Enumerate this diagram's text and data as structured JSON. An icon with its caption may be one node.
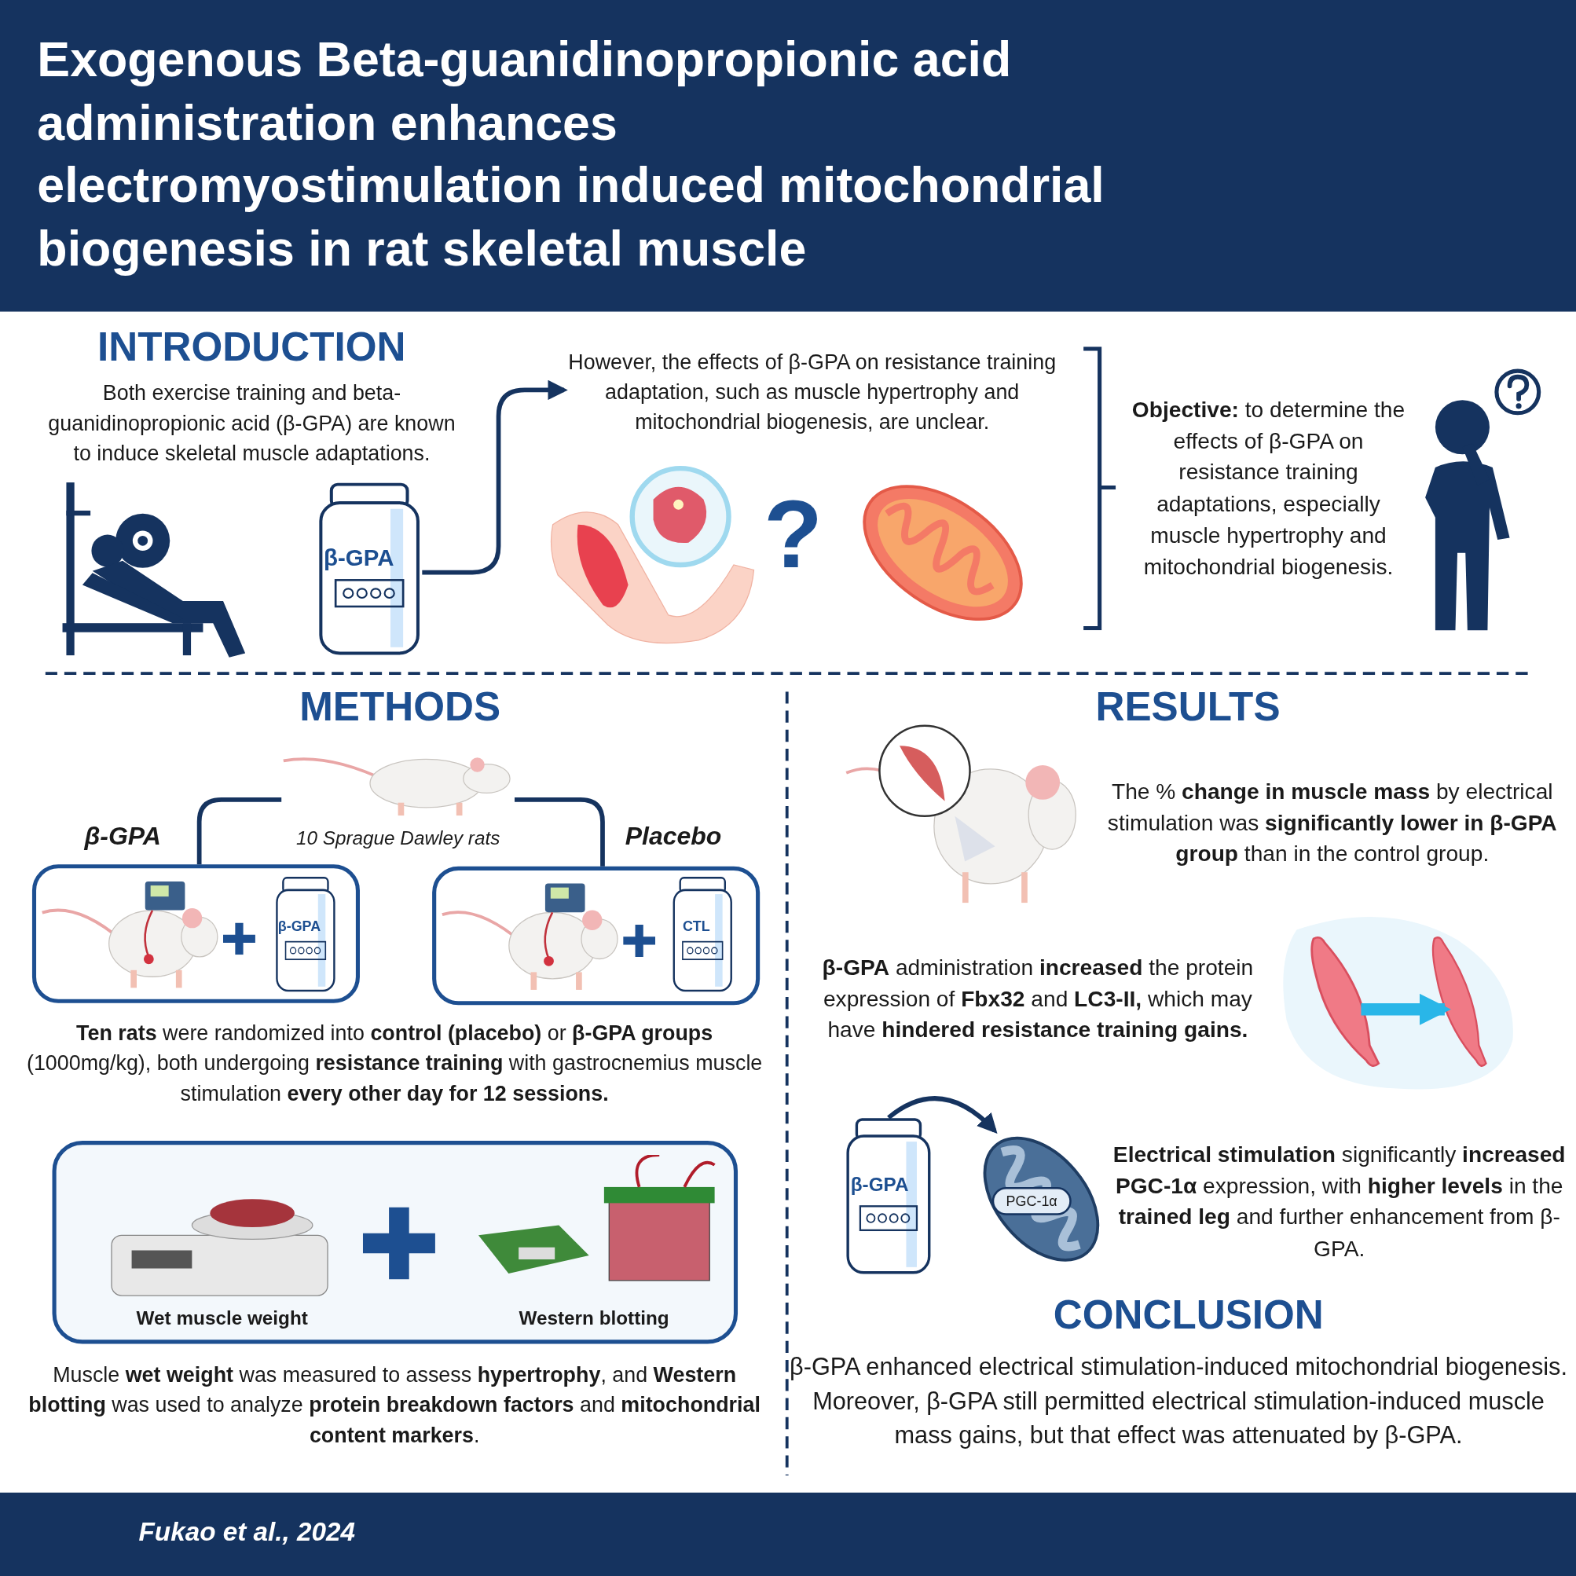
{
  "diagram": {
    "title": "Exogenous Beta-guanidinopropionic acid administration enhances electromyostimulation induced mitochondrial biogenesis in rat skeletal muscle",
    "nodes": [
      {
        "text": [
          "β-GPA"
        ]
      },
      {
        "text": [
          "However, the effects of β-GPA on resistance training adaptation, such as muscle hypertrophy and mitochondrial biogenesis, are unclear."
        ]
      },
      {
        "text": [
          "10 Sprague Dawley rats"
        ]
      },
      {
        "text": [
          "β-GPA"
        ]
      },
      {
        "text": [
          "β-GPA"
        ],
        "in": 3
      },
      {
        "text": [
          "Placebo"
        ]
      },
      {
        "text": [
          "CTL"
        ],
        "in": 5
      },
      {
        "text": [],
        "shape": "box"
      },
      {
        "text": [
          "Wet muscle weight"
        ],
        "in": 7
      },
      {
        "text": [
          "Western blotting"
        ],
        "in": 7
      },
      {
        "text": [],
        "shape": "picture"
      },
      {
        "text": [],
        "shape": "picture"
      },
      {
        "text": [
          "β-GPA"
        ]
      },
      {
        "text": [
          "PGC-1α"
        ]
      }
    ],
    "edges": [
      {
        "from": 0,
        "to": 1,
        "arrow": "to"
      },
      {
        "from": 2,
        "to": 3,
        "arrow": "none"
      },
      {
        "from": 2,
        "to": 5,
        "arrow": "none"
      },
      {
        "from": 10,
        "to": 11,
        "arrow": "to",
        "style": "thick",
        "color": "#29b6e8"
      },
      {
        "from": 12,
        "to": 13,
        "arrow": "to"
      }
    ],
    "labels": [
      "INTRODUCTION",
      "Both exercise training and beta-guanidinopropionic acid (β-GPA) are known to induce skeletal muscle adaptations.",
      "?",
      "**Objective:** to determine the effects of β-GPA on resistance training adaptations, especially muscle hypertrophy and mitochondrial biogenesis.",
      "METHODS",
      "**Ten rats** were randomized into **control (placebo)** or **β-GPA groups** (1000mg/kg), both undergoing **resistance training** with gastrocnemius muscle stimulation **every other day for 12 sessions.**",
      "Muscle **wet weight** was measured to assess **hypertrophy**, and **Western blotting** was used to analyze **protein breakdown factors** and **mitochondrial content markers**.",
      "RESULTS",
      "The % **change in muscle mass** by electrical stimulation was **significantly lower in β-GPA group** than in the control group.",
      "**β-GPA** administration **increased** the protein expression of **Fbx32** and **LC3-II,** which may have **hindered resistance training gains.**",
      "**Electrical stimulation** significantly **increased PGC-1α** expression, with **higher levels** in the **trained leg** and further enhancement from β-GPA.",
      "CONCLUSION",
      "β-GPA enhanced electrical stimulation-induced mitochondrial biogenesis. Moreover, β-GPA still permitted electrical stimulation-induced muscle mass gains, but that effect was attenuated by β-GPA.",
      "Fukao et al., 2024"
    ]
  }
}
